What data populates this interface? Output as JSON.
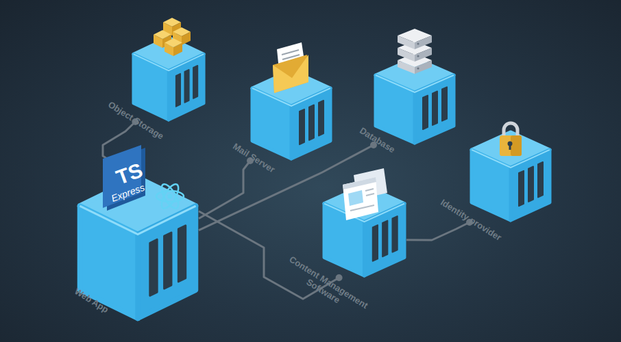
{
  "diagram": {
    "nodes": [
      {
        "text": [
          "Object Storage"
        ]
      },
      {
        "text": [
          "Mail Server"
        ]
      },
      {
        "text": [
          "Database"
        ]
      },
      {
        "text": [
          "Identity provider"
        ]
      },
      {
        "text": [
          "Web App"
        ]
      },
      {
        "text": [
          "Content Management Software"
        ]
      }
    ],
    "edges": [
      {
        "from": 4,
        "to": 0,
        "arrow": "none"
      },
      {
        "from": 4,
        "to": 1,
        "arrow": "none"
      },
      {
        "from": 4,
        "to": 2,
        "arrow": "none"
      },
      {
        "from": 4,
        "to": 5,
        "arrow": "none"
      },
      {
        "from": 5,
        "to": 3,
        "arrow": "none"
      }
    ],
    "labels": [
      "TS",
      "Express"
    ]
  }
}
